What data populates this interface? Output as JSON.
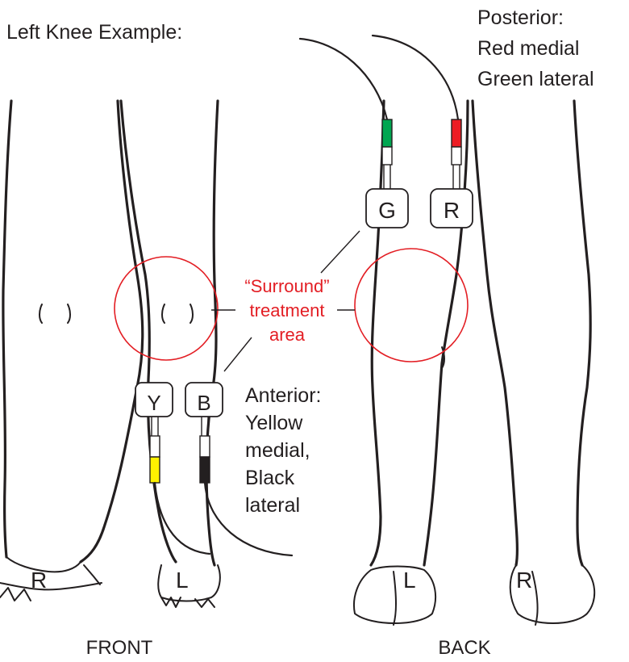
{
  "title": "Left Knee Example:",
  "posterior_note": {
    "line1": "Posterior:",
    "line2": "Red medial",
    "line3": "Green lateral"
  },
  "anterior_note": {
    "line1": "Anterior:",
    "line2": "Yellow",
    "line3": "medial,",
    "line4": "Black",
    "line5": "lateral"
  },
  "treatment_area": {
    "line1": "“Surround”",
    "line2": "treatment",
    "line3": "area"
  },
  "electrodes": {
    "yellow": "Y",
    "black": "B",
    "green": "G",
    "red": "R"
  },
  "foot_labels": {
    "front_right": "R",
    "front_left": "L",
    "back_left": "L",
    "back_right": "R"
  },
  "views": {
    "front": "FRONT",
    "back": "BACK"
  },
  "colors": {
    "yellow": "#fff200",
    "black": "#231f20",
    "green": "#00a651",
    "red": "#ed1c24",
    "annotation": "#e31e24"
  }
}
